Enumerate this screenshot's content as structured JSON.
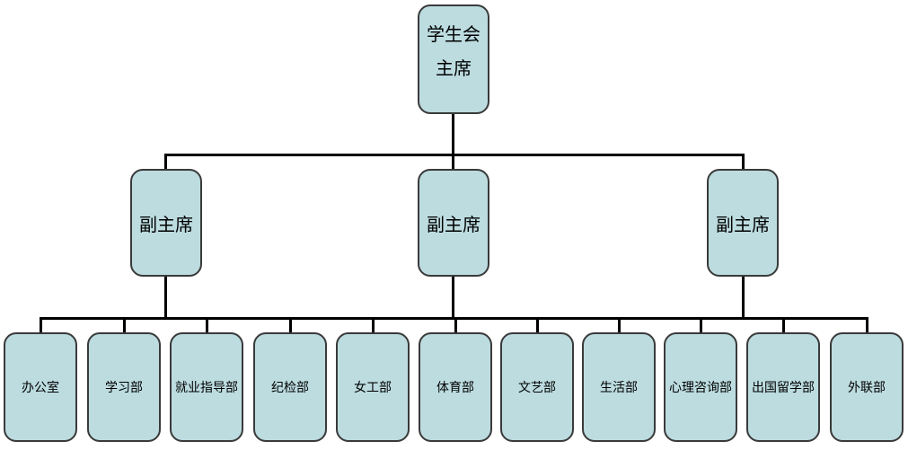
{
  "colors": {
    "background": "#ffffff",
    "box-fill": "#bcdce0",
    "box-border": "#3a3a3a",
    "connector": "#000000",
    "text": "#000000"
  },
  "org": {
    "root": {
      "line1": "学生会",
      "line2": "主席"
    },
    "vice": [
      {
        "label": "副主席"
      },
      {
        "label": "副主席"
      },
      {
        "label": "副主席"
      }
    ],
    "departments": [
      {
        "label": "办公室"
      },
      {
        "label": "学习部"
      },
      {
        "label": "就业指导部"
      },
      {
        "label": "纪检部"
      },
      {
        "label": "女工部"
      },
      {
        "label": "体育部"
      },
      {
        "label": "文艺部"
      },
      {
        "label": "生活部"
      },
      {
        "label": "心理咨询部"
      },
      {
        "label": "出国留学部"
      },
      {
        "label": "外联部"
      }
    ]
  }
}
